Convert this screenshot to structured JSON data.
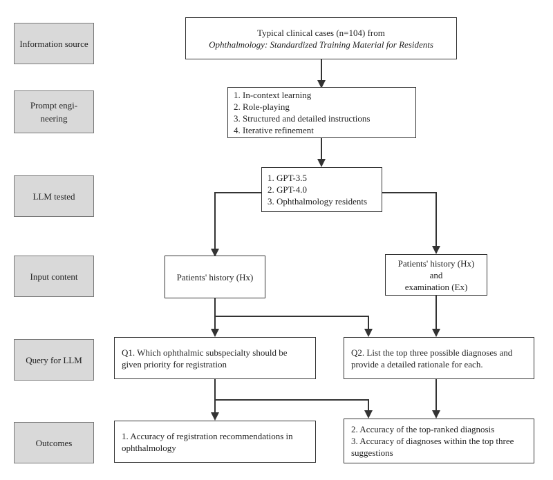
{
  "stages": {
    "information_source": "Information source",
    "prompt_engineering": "Prompt engi-neering",
    "llm_tested": "LLM tested",
    "input_content": "Input content",
    "query_for_llm": "Query for LLM",
    "outcomes": "Outcomes"
  },
  "boxes": {
    "source": {
      "line1": "Typical clinical cases (n=104) from",
      "line2": "Ophthalmology: Standardized Training Material for Residents"
    },
    "prompt": {
      "items": [
        "1. In-context learning",
        "2. Role-playing",
        "3. Structured and detailed instructions",
        "4. Iterative refinement"
      ]
    },
    "llm": {
      "items": [
        "1. GPT-3.5",
        "2. GPT-4.0",
        "3. Ophthalmology residents"
      ]
    },
    "input_hx": "Patients' history (Hx)",
    "input_hx_ex": {
      "line1": "Patients' history (Hx)",
      "line2": "and",
      "line3": "examination (Ex)"
    },
    "q1": "Q1. Which ophthalmic subspecialty should be given priority for registration",
    "q2": "Q2. List the top three possible diagnoses and provide a detailed rationale for each.",
    "outcome1": "1. Accuracy of registration recommendations in ophthalmology",
    "outcome2": {
      "line1": "2. Accuracy of the top-ranked diagnosis",
      "line2": "3. Accuracy of diagnoses within the top three suggestions"
    }
  }
}
